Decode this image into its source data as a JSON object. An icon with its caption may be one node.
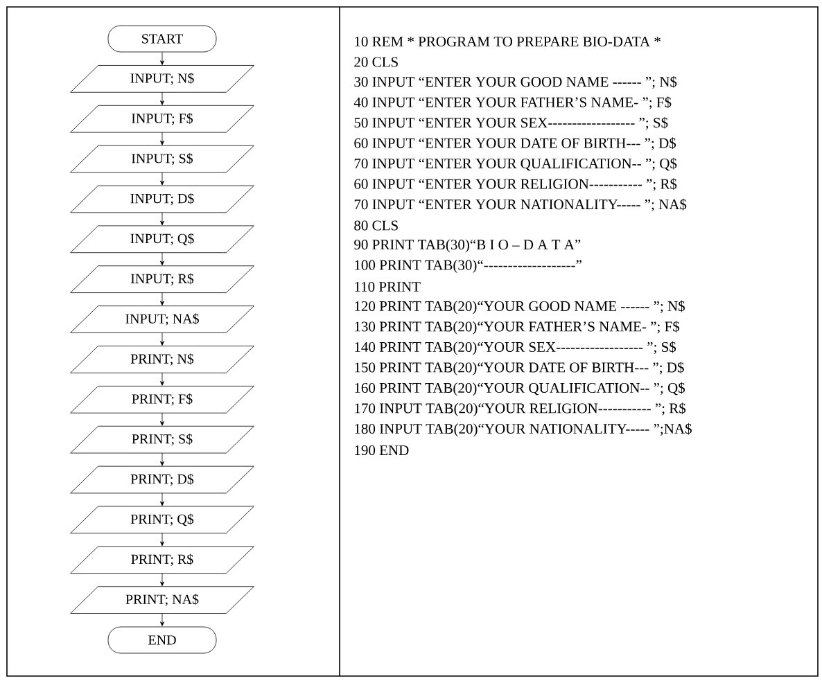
{
  "diagram": {
    "nodes": [
      {
        "text": [
          "START"
        ]
      },
      {
        "text": [
          "INPUT; N$"
        ]
      },
      {
        "text": [
          "INPUT; F$"
        ]
      },
      {
        "text": [
          "INPUT; S$"
        ]
      },
      {
        "text": [
          "INPUT; D$"
        ]
      },
      {
        "text": [
          "INPUT; Q$"
        ]
      },
      {
        "text": [
          "INPUT; R$"
        ]
      },
      {
        "text": [
          "INPUT; NA$"
        ]
      },
      {
        "text": [
          "PRINT; N$"
        ]
      },
      {
        "text": [
          "PRINT; F$"
        ]
      },
      {
        "text": [
          "PRINT; S$"
        ]
      },
      {
        "text": [
          "PRINT; D$"
        ]
      },
      {
        "text": [
          "PRINT; Q$"
        ]
      },
      {
        "text": [
          "PRINT; R$"
        ]
      },
      {
        "text": [
          "PRINT; NA$"
        ]
      },
      {
        "text": [
          "END"
        ]
      }
    ],
    "edges": [
      {
        "from": 0,
        "to": 1,
        "arrow": "to"
      },
      {
        "from": 1,
        "to": 2,
        "arrow": "to"
      },
      {
        "from": 2,
        "to": 3,
        "arrow": "to"
      },
      {
        "from": 3,
        "to": 4,
        "arrow": "to"
      },
      {
        "from": 4,
        "to": 5,
        "arrow": "to"
      },
      {
        "from": 5,
        "to": 6,
        "arrow": "to"
      },
      {
        "from": 6,
        "to": 7,
        "arrow": "to"
      },
      {
        "from": 7,
        "to": 8,
        "arrow": "to"
      },
      {
        "from": 8,
        "to": 9,
        "arrow": "to"
      },
      {
        "from": 9,
        "to": 10,
        "arrow": "to"
      },
      {
        "from": 10,
        "to": 11,
        "arrow": "to"
      },
      {
        "from": 11,
        "to": 12,
        "arrow": "to"
      },
      {
        "from": 12,
        "to": 13,
        "arrow": "to"
      },
      {
        "from": 13,
        "to": 14,
        "arrow": "to"
      },
      {
        "from": 14,
        "to": 15,
        "arrow": "to"
      }
    ],
    "labels": [
      "10 REM * PROGRAM TO PREPARE BIO-DATA *",
      "20 CLS",
      "30 INPUT “ENTER YOUR GOOD NAME ------ ”; N$",
      "40 INPUT “ENTER YOUR FATHER’S NAME- ”; F$",
      "50 INPUT “ENTER YOUR SEX------------------ ”; S$",
      "60 INPUT “ENTER YOUR DATE OF BIRTH--- ”; D$",
      "70 INPUT “ENTER YOUR QUALIFICATION-- ”; Q$",
      "60 INPUT “ENTER YOUR RELIGION----------- ”; R$",
      "70 INPUT “ENTER YOUR NATIONALITY----- ”; NA$",
      "80 CLS",
      "90 PRINT TAB(30)“B I O – D A T A”",
      "100 PRINT TAB(30)“-------------------”",
      "110 PRINT",
      "120 PRINT TAB(20)“YOUR GOOD NAME ------ ”; N$",
      "130 PRINT TAB(20)“YOUR FATHER’S NAME- ”; F$",
      "140 PRINT TAB(20)“YOUR SEX------------------ ”; S$",
      "150 PRINT TAB(20)“YOUR DATE OF BIRTH--- ”; D$",
      "160 PRINT TAB(20)“YOUR QUALIFICATION-- ”; Q$",
      "170 INPUT TAB(20)“YOUR RELIGION----------- ”; R$",
      "180 INPUT TAB(20)“YOUR NATIONALITY----- ”;NA$",
      "190 END"
    ]
  }
}
